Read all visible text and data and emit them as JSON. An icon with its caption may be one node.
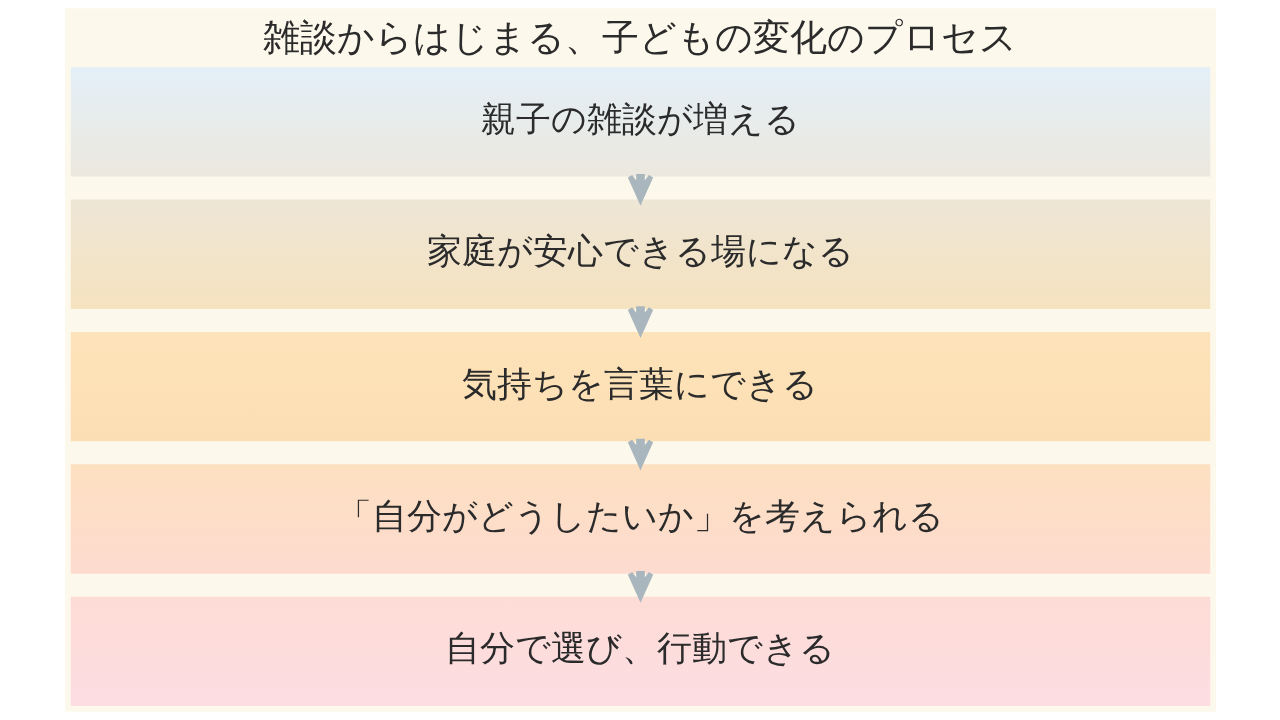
{
  "diagram": {
    "title": "雑談からはじまる、子どもの変化のプロセス",
    "nodes": [
      {
        "text": [
          "親子の雑談が増える"
        ]
      },
      {
        "text": [
          "家庭が安心できる場になる"
        ]
      },
      {
        "text": [
          "気持ちを言葉にできる"
        ]
      },
      {
        "text": [
          "「自分がどうしたいか」を考えられる"
        ]
      },
      {
        "text": [
          "自分で選び、行動できる"
        ]
      }
    ],
    "edges": [
      {
        "from": 0,
        "to": 1,
        "arrow": "to"
      },
      {
        "from": 1,
        "to": 2,
        "arrow": "to"
      },
      {
        "from": 2,
        "to": 3,
        "arrow": "to"
      },
      {
        "from": 3,
        "to": 4,
        "arrow": "to"
      }
    ]
  }
}
